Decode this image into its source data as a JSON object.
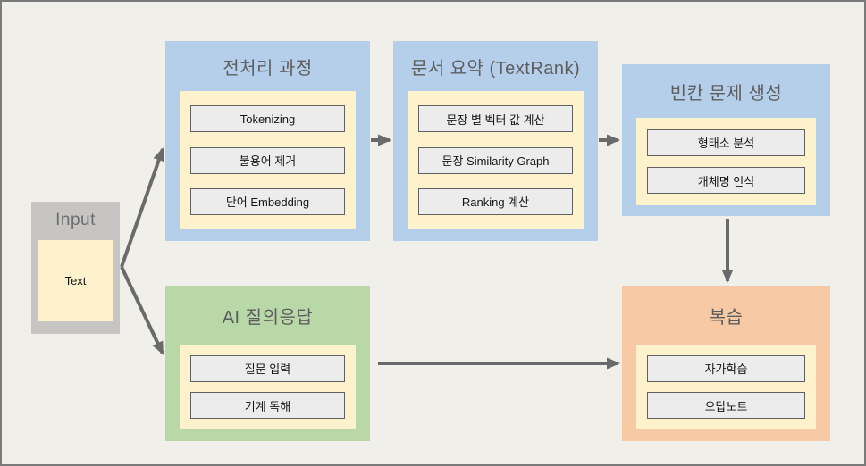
{
  "input": {
    "title": "Input",
    "item": "Text"
  },
  "boxes": [
    {
      "id": "preprocessing",
      "title": "전처리 과정",
      "items": [
        "Tokenizing",
        "불용어 제거",
        "단어 Embedding"
      ]
    },
    {
      "id": "summary",
      "title": "문서 요약 (TextRank)",
      "items": [
        "문장 별 벡터 값 계산",
        "문장 Similarity Graph",
        "Ranking 계산"
      ]
    },
    {
      "id": "blank-question",
      "title": "빈칸 문제 생성",
      "items": [
        "형태소 분석",
        "개체명 인식"
      ]
    },
    {
      "id": "ai-qa",
      "title": "AI 질의응답",
      "items": [
        "질문 입력",
        "기계 독해"
      ]
    },
    {
      "id": "review",
      "title": "복습",
      "items": [
        "자가학습",
        "오답노트"
      ]
    }
  ],
  "colors": {
    "background": "#f1efe9",
    "frame_border": "#7a7a7a",
    "box_blue": "#b5cfea",
    "box_green": "#b8d8a7",
    "box_orange": "#f7c9a4",
    "box_gray": "#c6c5c3",
    "inner_panel": "#fdf2cc",
    "item_fill": "#ececec",
    "item_border": "#616161",
    "arrow": "#6a6a6a",
    "title_text": "#5d5d5d"
  }
}
